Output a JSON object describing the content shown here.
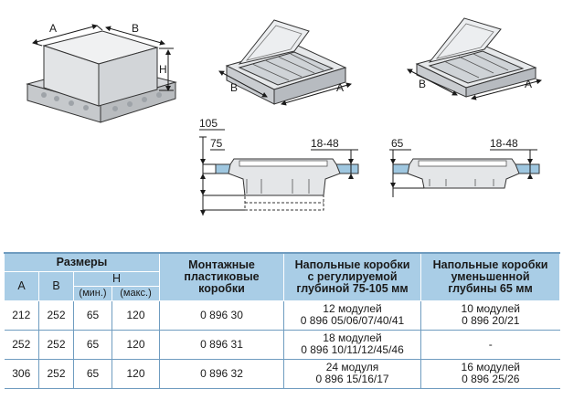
{
  "drawings": {
    "dims": {
      "a": "A",
      "b": "B",
      "h": "H",
      "d105": "105",
      "d75": "75",
      "d1848": "18-48",
      "d65": "65",
      "d1848b": "18-48"
    }
  },
  "table": {
    "header": {
      "sizes": "Размеры",
      "col_a": "A",
      "col_b": "B",
      "col_h": "H",
      "h_min": "(мин.)",
      "h_max": "(макс.)",
      "mounting_line1": "Монтажные",
      "mounting_line2": "пластиковые",
      "mounting_line3": "коробки",
      "adj_line1": "Напольные коробки",
      "adj_line2": "с регулируемой",
      "adj_line3": "глубиной 75-105 мм",
      "red_line1": "Напольные коробки",
      "red_line2": "уменьшенной",
      "red_line3": "глубины 65 мм"
    },
    "rows": [
      {
        "a": "212",
        "b": "252",
        "hmin": "65",
        "hmax": "120",
        "mounting": "0 896 30",
        "adj_l1": "12 модулей",
        "adj_l2": "0 896 05/06/07/40/41",
        "red_l1": "10 модулей",
        "red_l2": "0 896 20/21"
      },
      {
        "a": "252",
        "b": "252",
        "hmin": "65",
        "hmax": "120",
        "mounting": "0 896 31",
        "adj_l1": "18 модулей",
        "adj_l2": "0 896 10/11/12/45/46",
        "red_l1": "-",
        "red_l2": ""
      },
      {
        "a": "306",
        "b": "252",
        "hmin": "65",
        "hmax": "120",
        "mounting": "0 896 32",
        "adj_l1": "24 модуля",
        "adj_l2": "0 896 15/16/17",
        "red_l1": "16 модулей",
        "red_l2": "0 896 25/26"
      }
    ]
  }
}
